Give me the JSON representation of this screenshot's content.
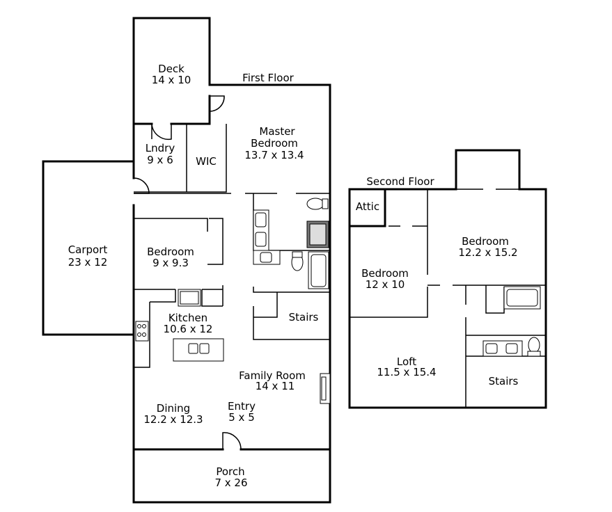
{
  "first_floor": {
    "title": "First Floor",
    "rooms": {
      "deck": {
        "name": "Deck",
        "size": "14 x 10"
      },
      "master": {
        "name1": "Master",
        "name2": "Bedroom",
        "size": "13.7 x 13.4"
      },
      "lndry": {
        "name": "Lndry",
        "size": "9 x 6"
      },
      "wic": {
        "name": "WIC"
      },
      "carport": {
        "name": "Carport",
        "size": "23 x 12"
      },
      "bedroom": {
        "name": "Bedroom",
        "size": "9 x 9.3"
      },
      "kitchen": {
        "name": "Kitchen",
        "size": "10.6 x 12"
      },
      "stairs": {
        "name": "Stairs"
      },
      "family": {
        "name": "Family Room",
        "size": "14 x 11"
      },
      "dining": {
        "name": "Dining",
        "size": "12.2 x 12.3"
      },
      "entry": {
        "name": "Entry",
        "size": "5 x 5"
      },
      "porch": {
        "name": "Porch",
        "size": "7 x 26"
      }
    }
  },
  "second_floor": {
    "title": "Second Floor",
    "rooms": {
      "attic": {
        "name": "Attic"
      },
      "bedroom_large": {
        "name": "Bedroom",
        "size": "12.2 x 15.2"
      },
      "bedroom_small": {
        "name": "Bedroom",
        "size": "12 x 10"
      },
      "loft": {
        "name": "Loft",
        "size": "11.5 x 15.4"
      },
      "stairs": {
        "name": "Stairs"
      }
    }
  }
}
